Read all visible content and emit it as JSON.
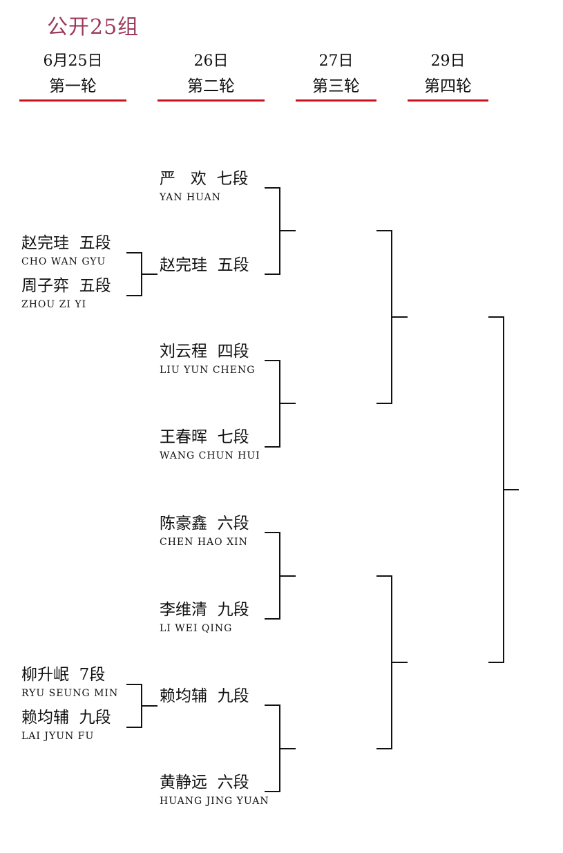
{
  "title": "公开25组",
  "rounds": [
    {
      "date": "6月25日",
      "name": "第一轮"
    },
    {
      "date": "26日",
      "name": "第二轮"
    },
    {
      "date": "27日",
      "name": "第三轮"
    },
    {
      "date": "29日",
      "name": "第四轮"
    }
  ],
  "round1": [
    {
      "cn": "赵完珪  五段",
      "en": "CHO WAN GYU"
    },
    {
      "cn": "周子弈  五段",
      "en": "ZHOU ZI YI"
    },
    {
      "cn": "柳升岷  7段",
      "en": "RYU SEUNG MIN"
    },
    {
      "cn": "赖均辅  九段",
      "en": "LAI JYUN FU"
    }
  ],
  "round2": [
    {
      "cn": "严   欢  七段",
      "en": "YAN HUAN"
    },
    {
      "cn": "赵完珪  五段",
      "en": ""
    },
    {
      "cn": "刘云程  四段",
      "en": "LIU YUN CHENG"
    },
    {
      "cn": "王春晖  七段",
      "en": "WANG CHUN HUI"
    },
    {
      "cn": "陈豪鑫  六段",
      "en": "CHEN HAO XIN"
    },
    {
      "cn": "李维清  九段",
      "en": "LI WEI QING"
    },
    {
      "cn": "赖均辅  九段",
      "en": ""
    },
    {
      "cn": "黄静远  六段",
      "en": "HUANG JING YUAN"
    }
  ],
  "colors": {
    "title": "#9b3b5a",
    "round_underline": "#c8141e",
    "bracket": "#111111"
  }
}
